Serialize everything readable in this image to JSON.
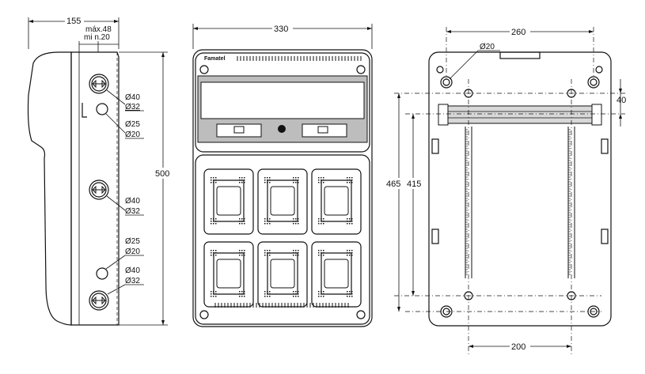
{
  "dimensions": {
    "side_depth": "155",
    "max_label": "máx.48",
    "min_label": "mi n.20",
    "height_total": "500",
    "front_width": "330",
    "back_width": "260",
    "hole_dia": "Ø20",
    "rail_offset": "40",
    "mount_height": "465",
    "rail_height": "415",
    "mount_width": "200"
  },
  "knockouts": {
    "k1_a": "Ø40",
    "k1_b": "Ø32",
    "k2_a": "Ø25",
    "k2_b": "Ø20",
    "k3_a": "Ø40",
    "k3_b": "Ø32",
    "k4_a": "Ø25",
    "k4_b": "Ø20",
    "k5_a": "Ø40",
    "k5_b": "Ø32"
  },
  "brand": "Famatel"
}
